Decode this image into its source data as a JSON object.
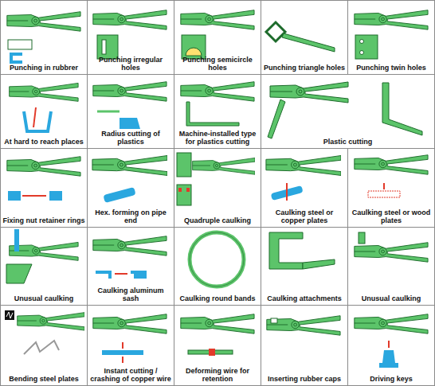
{
  "diagram": {
    "nodes": [
      {
        "text": [
          "Punching in rubbrer"
        ]
      },
      {
        "text": [
          "Punching irregular holes"
        ]
      },
      {
        "text": [
          "Punching semicircle holes"
        ]
      },
      {
        "text": [
          "Punching triangle holes"
        ]
      },
      {
        "text": [
          "Punching twin holes"
        ]
      },
      {
        "text": [
          "At hard to reach places"
        ]
      },
      {
        "text": [
          "Radius cutting of plastics"
        ]
      },
      {
        "text": [
          "Machine-installed type for plastics cutting"
        ]
      },
      {
        "text": [
          "Plastic cutting"
        ]
      },
      {
        "text": [
          "Fixing nut retainer rings"
        ]
      },
      {
        "text": [
          "Hex. forming on pipe end"
        ]
      },
      {
        "text": [
          "Quadruple caulking"
        ]
      },
      {
        "text": [
          "Caulking steel or copper plates"
        ]
      },
      {
        "text": [
          "Caulking steel or wood plates"
        ]
      },
      {
        "text": [
          "Unusual caulking"
        ]
      },
      {
        "text": [
          "Caulking aluminum sash"
        ]
      },
      {
        "text": [
          "Caulking round bands"
        ]
      },
      {
        "text": [
          "Caulking attachments"
        ]
      },
      {
        "text": [
          "Unusual caulking"
        ]
      },
      {
        "text": [
          "Bending steel plates"
        ]
      },
      {
        "text": [
          "Instant cutting / crashing of copper wire"
        ]
      },
      {
        "text": [
          "Deforming wire for retention"
        ]
      },
      {
        "text": [
          "Inserting rubber caps"
        ]
      },
      {
        "text": [
          "Driving keys"
        ]
      }
    ]
  }
}
